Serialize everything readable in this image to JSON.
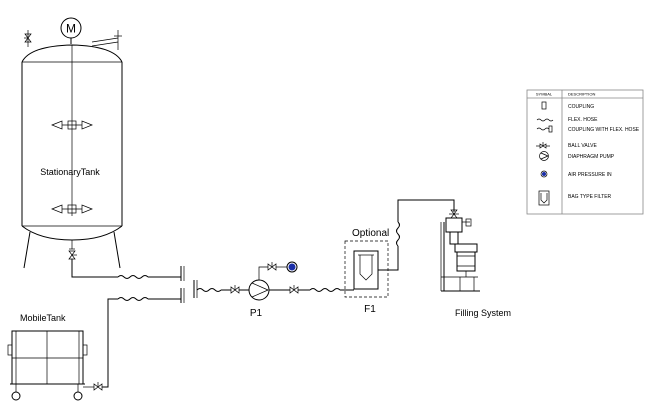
{
  "labels": {
    "motor": "M",
    "stationary_tank": "StationaryTank",
    "mobile_tank": "MobileTank",
    "pump": "P1",
    "filter": "F1",
    "optional": "Optional",
    "filling_system": "Filling System"
  },
  "legend": {
    "header_symbol": "SYMBAL",
    "header_description": "DESCRIPTION",
    "items": [
      {
        "icon": "coupling-icon",
        "description": "COUPLING"
      },
      {
        "icon": "flex-hose-icon",
        "description": "FLEX. HOSE"
      },
      {
        "icon": "coupling-flex-hose-icon",
        "description": "COUPLING WITH FLEX. HOSE"
      },
      {
        "icon": "ball-valve-icon",
        "description": "BALL VALVE"
      },
      {
        "icon": "diaphragm-pump-icon",
        "description": "DIAPHRAGM PUMP"
      },
      {
        "icon": "air-pressure-in-icon",
        "description": "AIR PRESSURE IN"
      },
      {
        "icon": "bag-type-filter-icon",
        "description": "BAG TYPE FILTER"
      }
    ]
  },
  "colors": {
    "line": "#000000",
    "air_pressure_fill": "#1a2ea8",
    "background": "#ffffff"
  }
}
